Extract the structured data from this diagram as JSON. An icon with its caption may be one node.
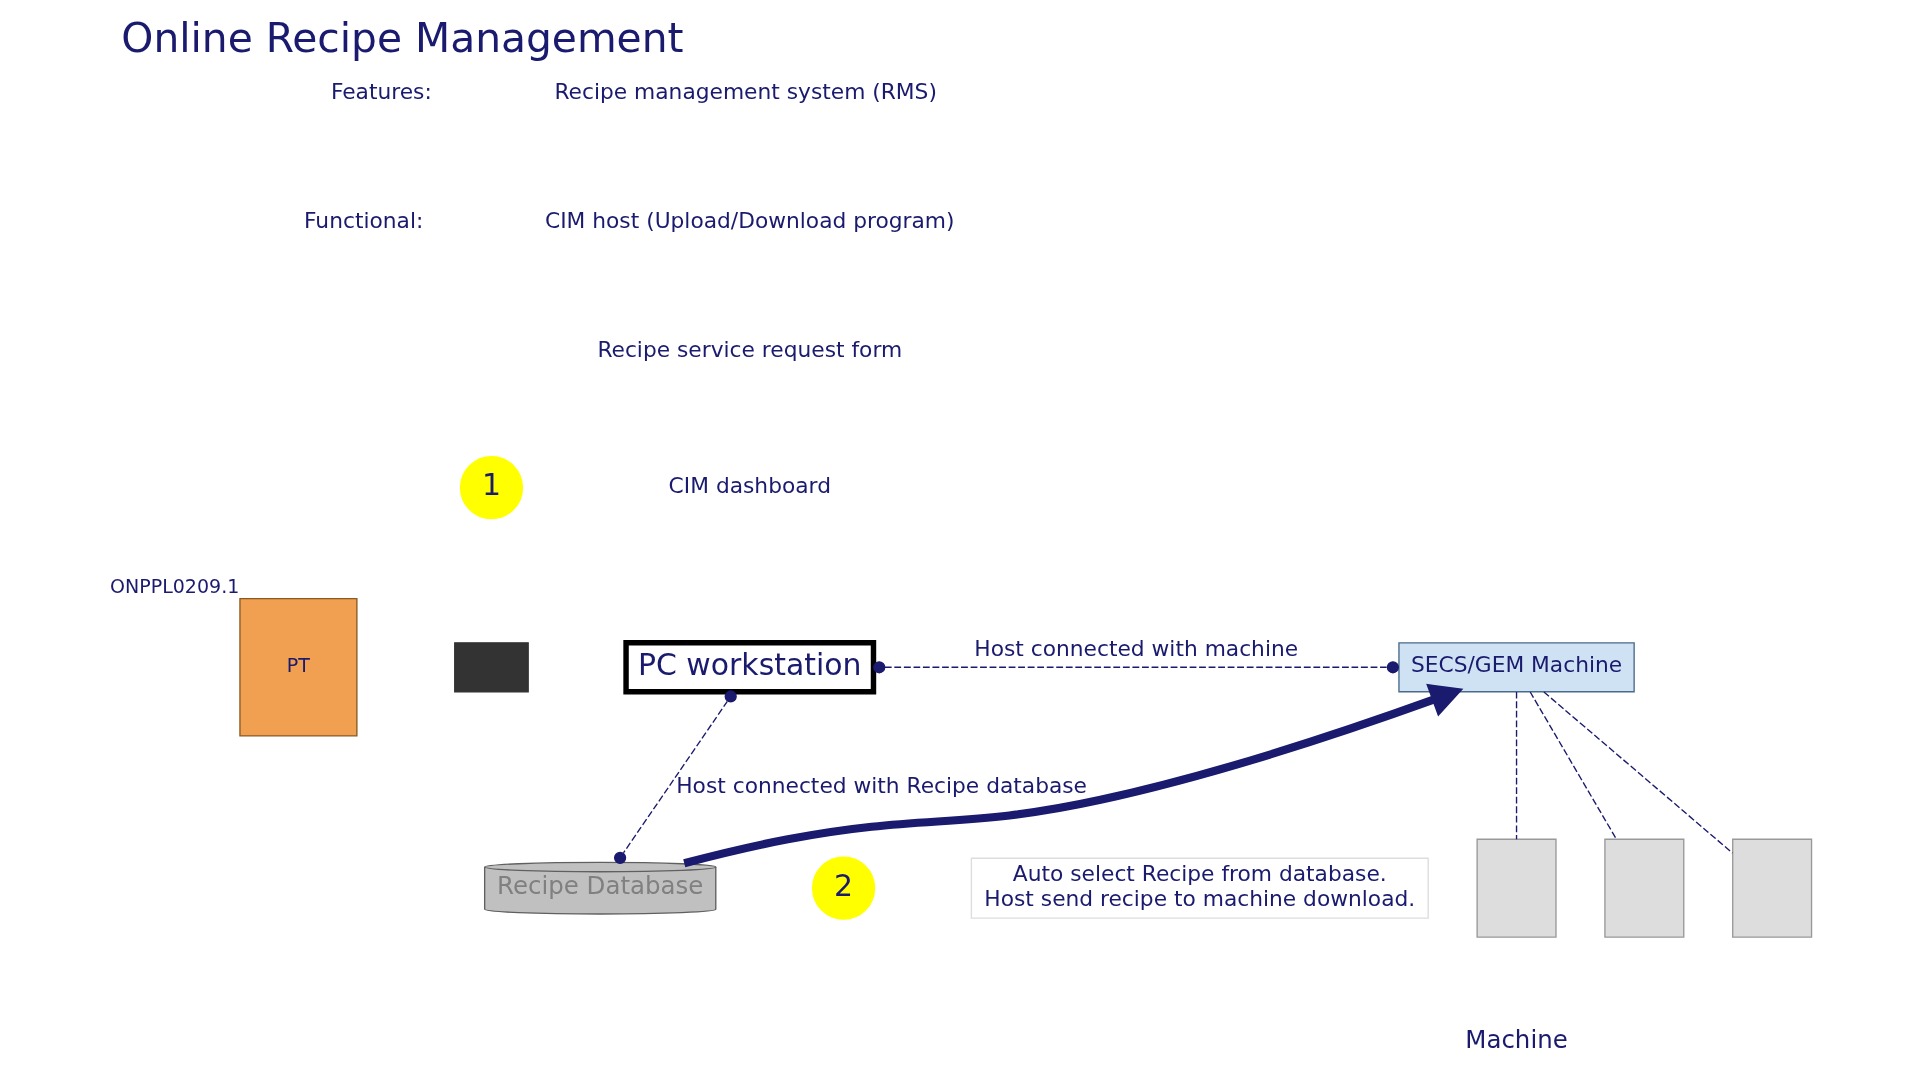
{
  "diagram": {
    "title": "Online Recipe Management",
    "nodes": [
      {
        "text": [
          "1"
        ]
      },
      {
        "text": [
          "PT"
        ],
        "beside": [
          "ONPPL0209.1"
        ]
      },
      {
        "text": [],
        "shape": "box"
      },
      {
        "text": [
          "PC workstation"
        ]
      },
      {
        "text": [
          "SECS/GEM Machine"
        ]
      },
      {
        "text": [],
        "shape": "box"
      },
      {
        "text": [],
        "shape": "box"
      },
      {
        "text": [],
        "shape": "box"
      },
      {
        "text": [
          "Recipe Database"
        ]
      },
      {
        "text": [
          "2"
        ]
      },
      {
        "text": [
          "Auto select Recipe from database.",
          "Host send recipe to machine download."
        ]
      }
    ],
    "edges": [
      {
        "from": 3,
        "to": 4,
        "arrow": "other",
        "style": "dashed",
        "label": "Host connected with machine"
      },
      {
        "from": 3,
        "to": 8,
        "arrow": "other",
        "style": "dashed",
        "label": "Host connected with Recipe database"
      },
      {
        "from": 8,
        "to": 4,
        "arrow": "to",
        "style": "thick"
      },
      {
        "from": 4,
        "to": 5,
        "arrow": "none",
        "style": "dashed"
      },
      {
        "from": 4,
        "to": 6,
        "arrow": "none",
        "style": "dashed"
      },
      {
        "from": 4,
        "to": 7,
        "arrow": "none",
        "style": "dashed"
      }
    ],
    "labels": [
      "Features:",
      "Recipe management system (RMS)",
      "Functional:",
      "CIM host (Upload/Download program)",
      "Recipe service request form",
      "CIM dashboard",
      "Machine"
    ]
  }
}
